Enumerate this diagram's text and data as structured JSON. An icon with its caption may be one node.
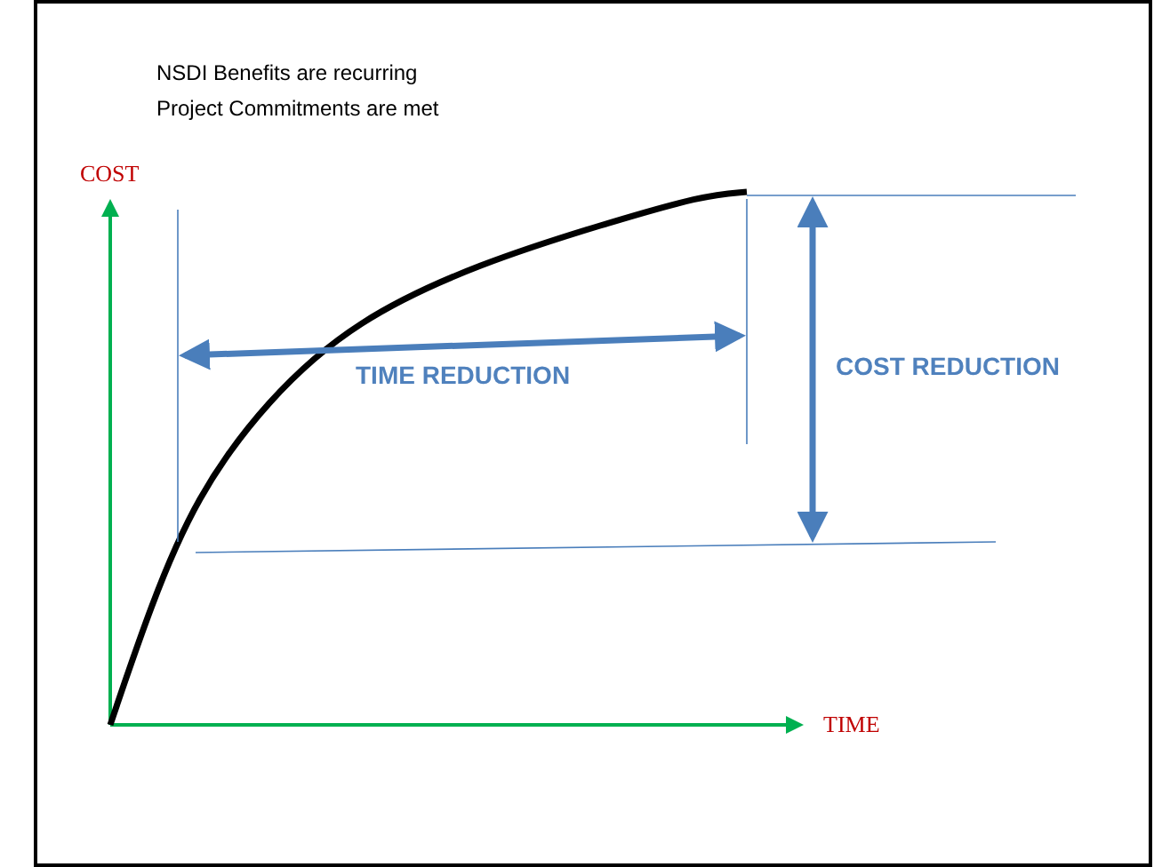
{
  "diagram": {
    "labels": [
      "NSDI Benefits are recurring",
      "Project Commitments are met",
      "COST",
      "TIME",
      "TIME REDUCTION",
      "COST REDUCTION"
    ]
  }
}
